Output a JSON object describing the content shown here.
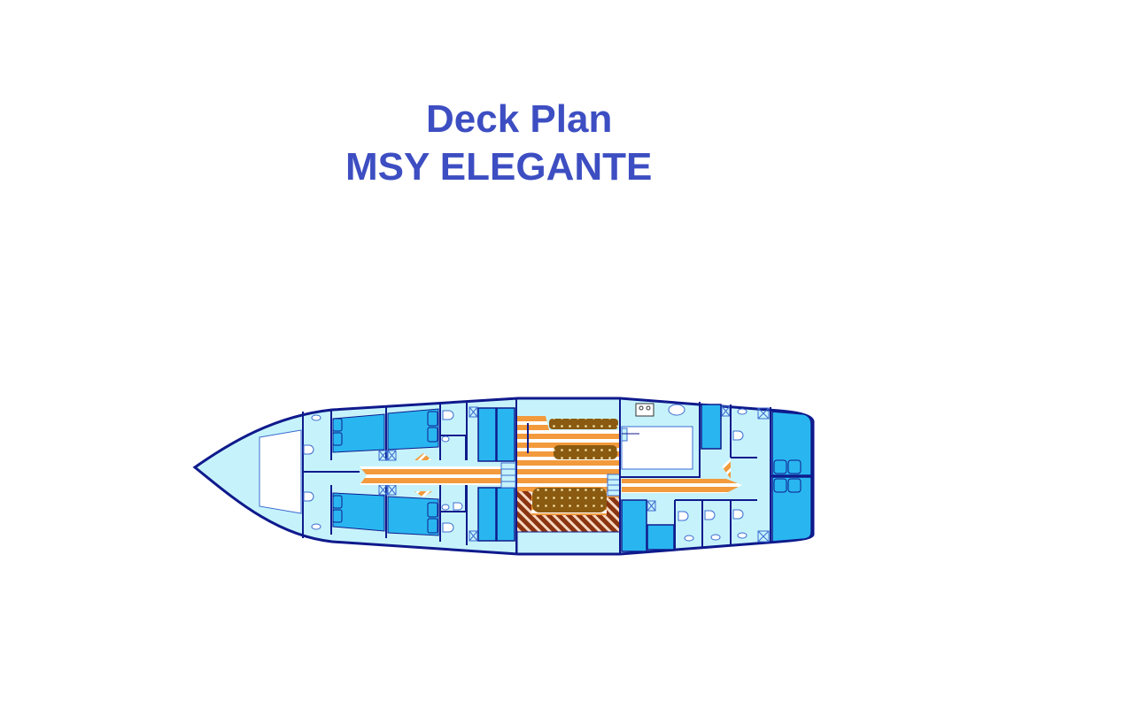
{
  "title": {
    "line1": "Deck Plan",
    "line2": "MSY ELEGANTE"
  },
  "colors": {
    "title_blue": "#3d4ec2",
    "hull_outline": "#0f1a8c",
    "deck_light_blue": "#c6f3fb",
    "cabin_blue": "#29b6f0",
    "corridor_orange": "#f29a3c",
    "cushion_brown": "#8a5a10",
    "hatch_brown": "#8a3410",
    "open_deck_white": "#ffffff"
  },
  "deck_plan": {
    "orientation": "bow-left",
    "zones": [
      {
        "name": "bow-deck",
        "label": ""
      },
      {
        "name": "forward-cabins-port",
        "label": ""
      },
      {
        "name": "forward-cabins-starboard",
        "label": ""
      },
      {
        "name": "center-salon",
        "label": ""
      },
      {
        "name": "galley",
        "label": ""
      },
      {
        "name": "aft-cabins-port",
        "label": ""
      },
      {
        "name": "aft-cabins-starboard",
        "label": ""
      },
      {
        "name": "stern-cabin",
        "label": ""
      }
    ]
  }
}
